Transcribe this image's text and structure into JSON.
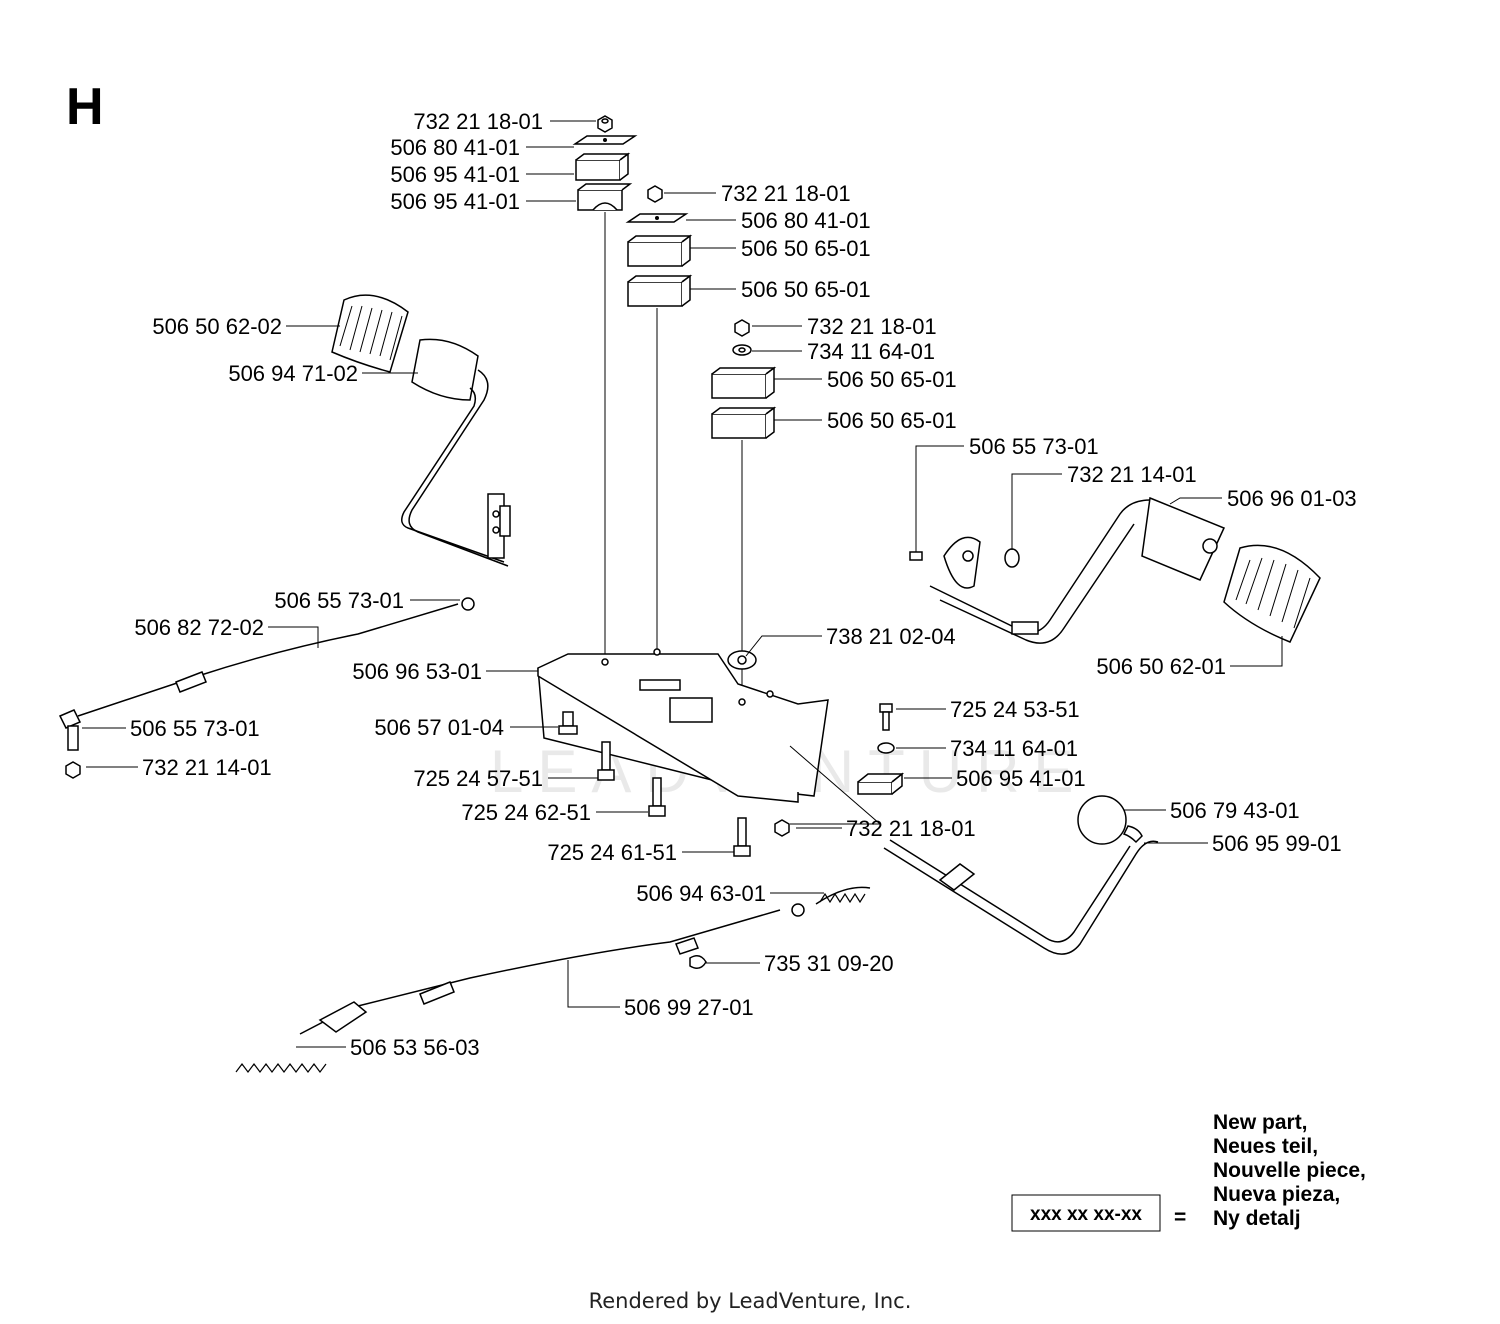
{
  "section_letter": "H",
  "watermark": "LEADVENTURE",
  "footer": "Rendered by LeadVenture, Inc.",
  "legend": {
    "box": "xxx xx xx-xx",
    "equals": "=",
    "lines": [
      "New part,",
      "Neues teil,",
      "Nouvelle piece,",
      "Nueva pieza,",
      "Ny detalj"
    ]
  },
  "labels": [
    "732 21 18-01",
    "506 80 41-01",
    "506 95 41-01",
    "506 95 41-01",
    "732 21 18-01",
    "506 80 41-01",
    "506 50 65-01",
    "506 50 65-01",
    "732 21 18-01",
    "734 11 64-01",
    "506 50 65-01",
    "506 50 65-01",
    "506 55 73-01",
    "732 21 14-01",
    "506 96 01-03",
    "506 50 62-02",
    "506 94 71-02",
    "506 55 73-01",
    "506 82 72-02",
    "506 96 53-01",
    "506 55 73-01",
    "732 21 14-01",
    "738 21 02-04",
    "506 50 62-01",
    "506 57 01-04",
    "725 24 57-51",
    "725 24 62-51",
    "725 24 61-51",
    "725 24 53-51",
    "734 11 64-01",
    "506 95 41-01",
    "732 21 18-01",
    "506 79 43-01",
    "506 95 99-01",
    "506 94 63-01",
    "735 31 09-20",
    "506 99 27-01",
    "506 53 56-03"
  ]
}
